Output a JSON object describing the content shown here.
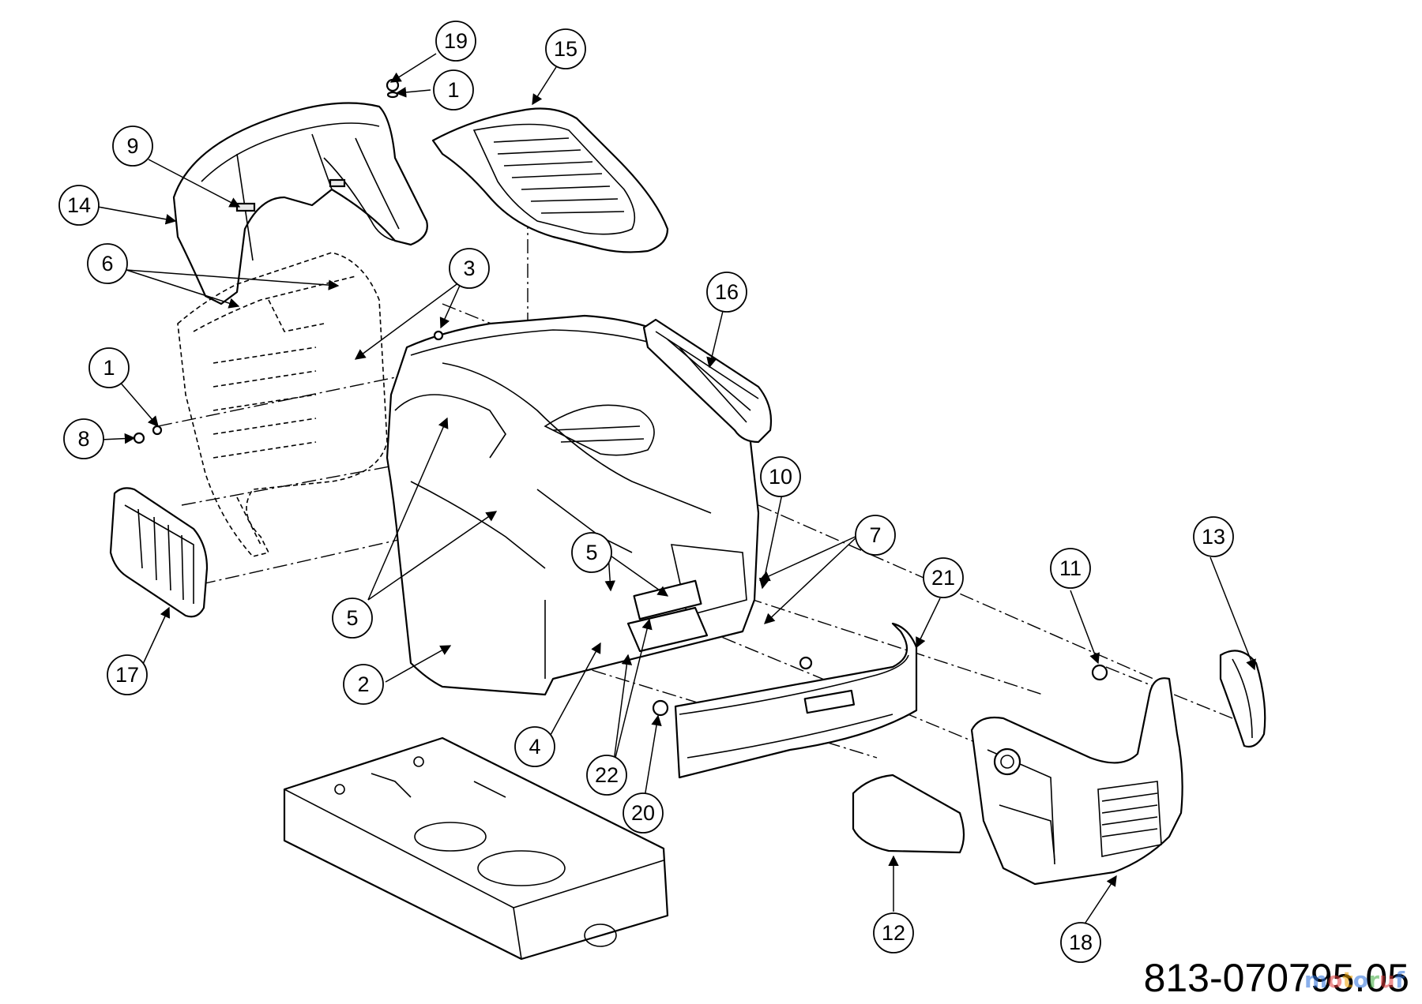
{
  "diagram": {
    "part_number": "813-070795.05",
    "watermark": "motoruf",
    "watermark_colors": [
      "#2a6fdb",
      "#e23b3b",
      "#f2a400",
      "#2a6fdb",
      "#3aa83a",
      "#e23b3b",
      "#2a6fdb"
    ],
    "callouts": [
      {
        "id": "c19",
        "label": "19"
      },
      {
        "id": "c1a",
        "label": "1"
      },
      {
        "id": "c15",
        "label": "15"
      },
      {
        "id": "c9",
        "label": "9"
      },
      {
        "id": "c14",
        "label": "14"
      },
      {
        "id": "c6",
        "label": "6"
      },
      {
        "id": "c3",
        "label": "3"
      },
      {
        "id": "c16",
        "label": "16"
      },
      {
        "id": "c1b",
        "label": "1"
      },
      {
        "id": "c8",
        "label": "8"
      },
      {
        "id": "c10",
        "label": "10"
      },
      {
        "id": "c7",
        "label": "7"
      },
      {
        "id": "c5a",
        "label": "5"
      },
      {
        "id": "c13",
        "label": "13"
      },
      {
        "id": "c21",
        "label": "21"
      },
      {
        "id": "c11",
        "label": "11"
      },
      {
        "id": "c17",
        "label": "17"
      },
      {
        "id": "c5b",
        "label": "5"
      },
      {
        "id": "c2",
        "label": "2"
      },
      {
        "id": "c4",
        "label": "4"
      },
      {
        "id": "c22",
        "label": "22"
      },
      {
        "id": "c20",
        "label": "20"
      },
      {
        "id": "c12",
        "label": "12"
      },
      {
        "id": "c18",
        "label": "18"
      }
    ]
  }
}
